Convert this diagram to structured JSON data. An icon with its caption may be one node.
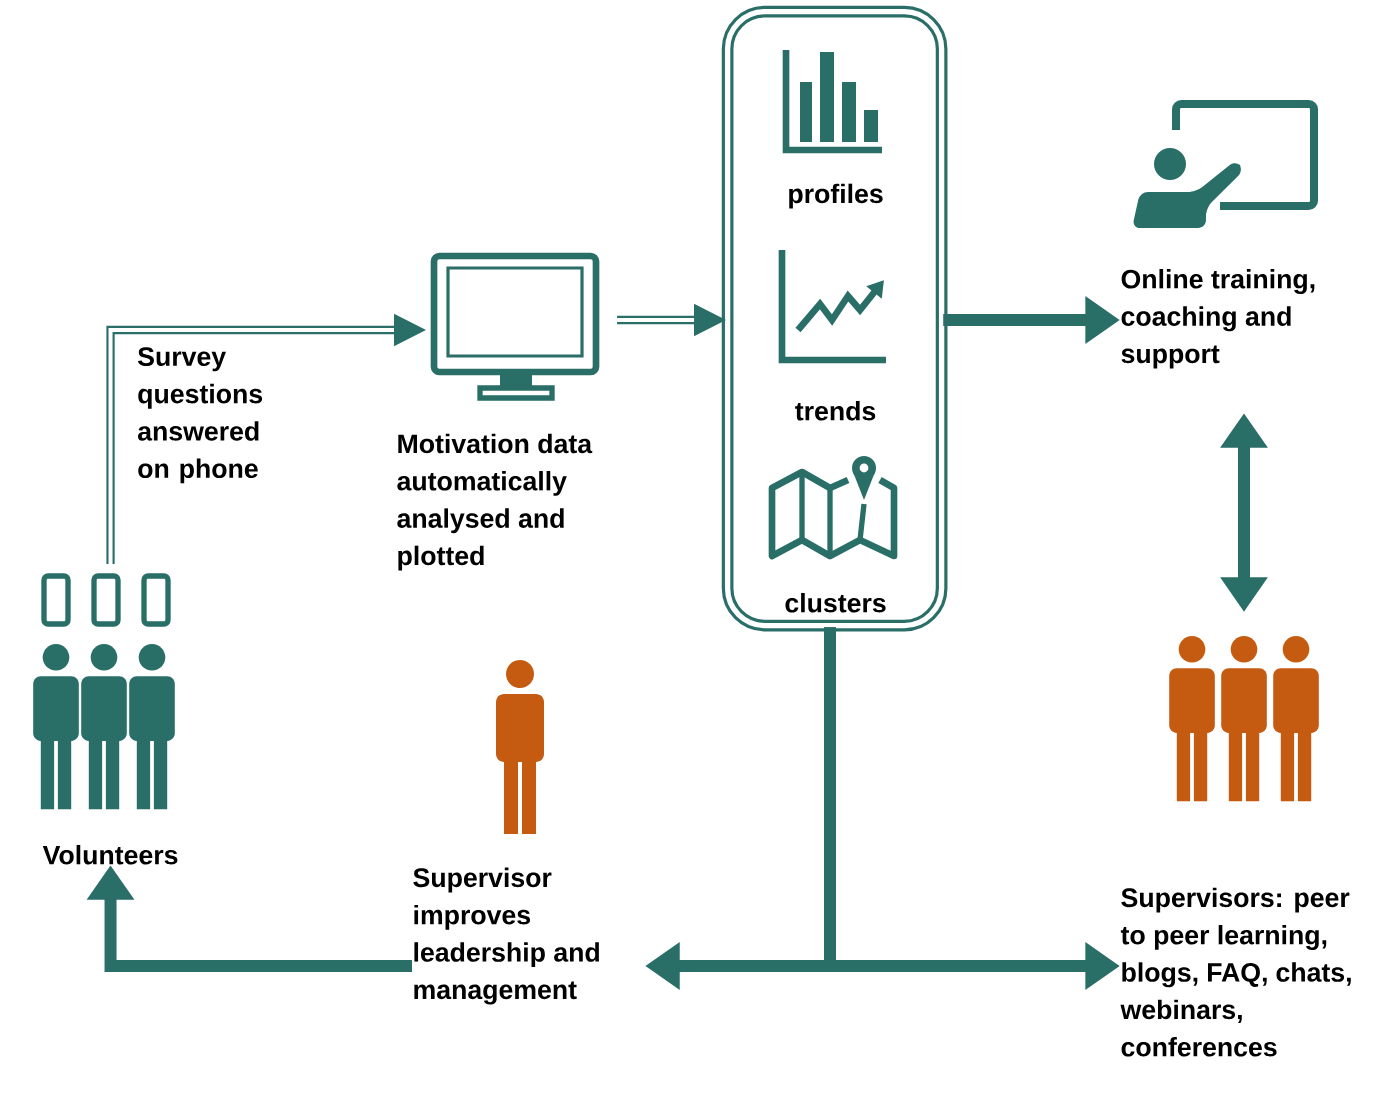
{
  "diagram": {
    "nodes": [
      {
        "text": [
          "Volunteers"
        ]
      },
      {
        "text": [
          "Motivation data automatically analysed and plotted"
        ]
      },
      {
        "text": [],
        "shape": "box"
      },
      {
        "text": [
          "profiles"
        ],
        "in": 2
      },
      {
        "text": [
          "trends"
        ],
        "in": 2
      },
      {
        "text": [
          "clusters"
        ],
        "in": 2
      },
      {
        "text": [
          "Online training, coaching and support"
        ]
      },
      {
        "text": [
          "Supervisor improves leadership and management"
        ]
      },
      {
        "text": [
          "Supervisors: peer to peer learning, blogs, FAQ, chats, webinars, conferences"
        ]
      }
    ],
    "edges": [
      {
        "from": 0,
        "to": 1,
        "arrow": "to",
        "label": "Survey questions answered on phone"
      },
      {
        "from": 1,
        "to": 2,
        "arrow": "to"
      },
      {
        "from": 2,
        "to": 6,
        "arrow": "to"
      },
      {
        "from": 6,
        "to": 8,
        "arrow": "both"
      },
      {
        "from": 2,
        "to": 7,
        "arrow": "to"
      },
      {
        "from": 2,
        "to": 8,
        "arrow": "to"
      },
      {
        "from": 7,
        "to": 0,
        "arrow": "to"
      }
    ]
  }
}
